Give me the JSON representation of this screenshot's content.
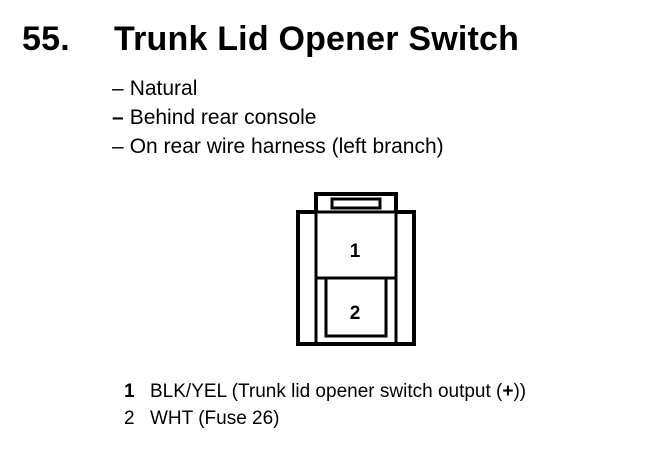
{
  "heading": {
    "number": "55.",
    "title": "Trunk Lid Opener Switch"
  },
  "notes": [
    {
      "dash": "–",
      "text": "Natural"
    },
    {
      "dash": "–",
      "text": "Behind rear console"
    },
    {
      "dash": "–",
      "text": "On rear wire harness (left branch)"
    }
  ],
  "connector": {
    "cavity_labels": [
      "1",
      "2"
    ]
  },
  "pins": [
    {
      "number": "1",
      "text_before": "BLK/YEL (Trunk lid opener switch output (",
      "sign": "+",
      "text_after": "))"
    },
    {
      "number": "2",
      "text": "WHT (Fuse 26)"
    }
  ]
}
